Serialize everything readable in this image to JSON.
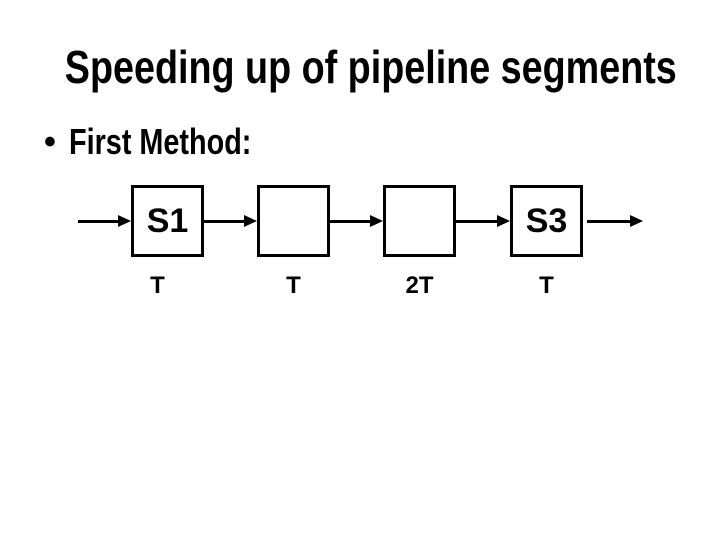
{
  "slide": {
    "title": "Speeding up of pipeline segments",
    "bullet": {
      "marker": "•",
      "text": "First Method:"
    },
    "colors": {
      "background": "#ffffff",
      "text": "#000000",
      "diagram_stroke": "#000000"
    },
    "pipeline": {
      "stages": [
        {
          "label": "S1",
          "time": "T"
        },
        {
          "label": "",
          "time": "T"
        },
        {
          "label": "",
          "time": "2T"
        },
        {
          "label": "S3",
          "time": "T"
        }
      ]
    }
  }
}
